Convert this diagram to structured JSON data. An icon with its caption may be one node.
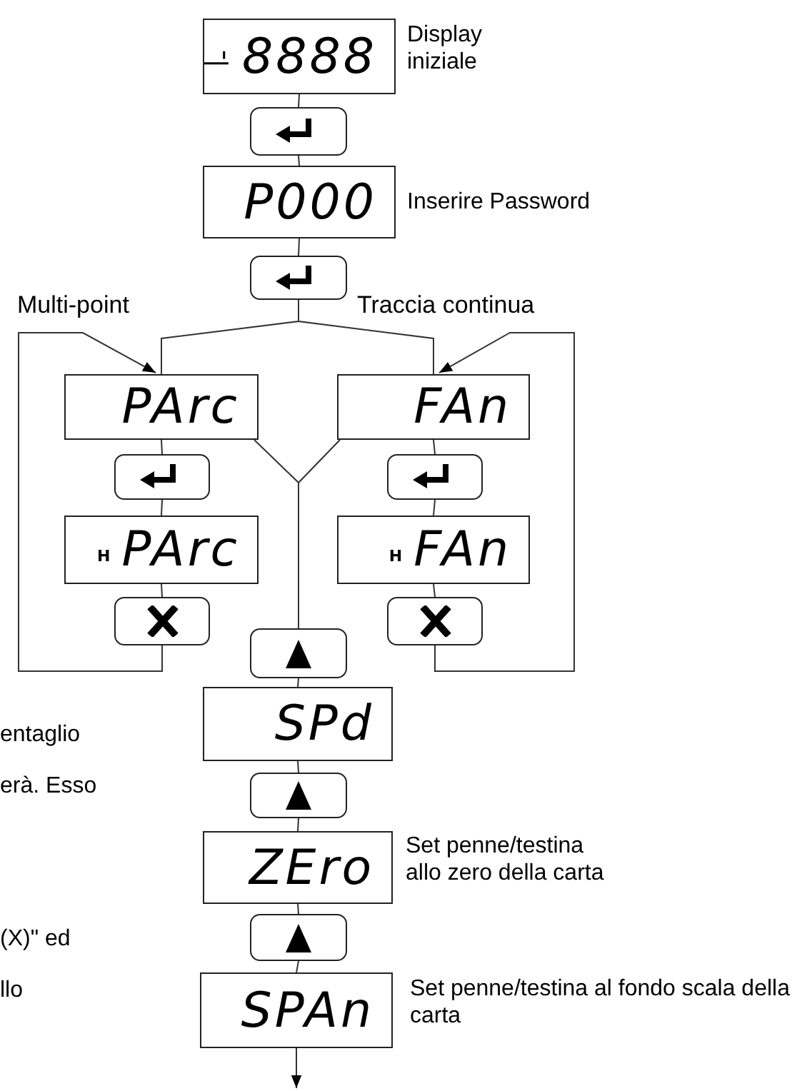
{
  "diagram": {
    "nodes": [
      {
        "text": [
          "8888"
        ],
        "beside": [
          "Display iniziale"
        ]
      },
      {
        "text": [],
        "shape": "box"
      },
      {
        "text": [
          "P000"
        ],
        "beside": [
          "Inserire Password"
        ]
      },
      {
        "text": [],
        "shape": "box"
      },
      {
        "text": [
          "PArc"
        ]
      },
      {
        "text": [
          "FAn"
        ]
      },
      {
        "text": [],
        "shape": "box"
      },
      {
        "text": [],
        "shape": "box"
      },
      {
        "text": [
          "H",
          "PArc"
        ]
      },
      {
        "text": [
          "H",
          "FAn"
        ]
      },
      {
        "text": [],
        "shape": "box"
      },
      {
        "text": [],
        "shape": "box"
      },
      {
        "text": [],
        "shape": "box"
      },
      {
        "text": [
          "SPd"
        ]
      },
      {
        "text": [],
        "shape": "box"
      },
      {
        "text": [
          "ZEro"
        ],
        "beside": [
          "Set penne/testina allo zero della carta"
        ]
      },
      {
        "text": [],
        "shape": "box"
      },
      {
        "text": [
          "SPAn"
        ],
        "beside": [
          "Set penne/testina al fondo scala della carta"
        ]
      }
    ],
    "edges": [
      {
        "from": 0,
        "to": 1,
        "arrow": "none"
      },
      {
        "from": 1,
        "to": 2,
        "arrow": "none"
      },
      {
        "from": 2,
        "to": 3,
        "arrow": "none"
      },
      {
        "from": 3,
        "to": 4,
        "arrow": "none"
      },
      {
        "from": 3,
        "to": 5,
        "arrow": "none"
      },
      {
        "from": 4,
        "to": 6,
        "arrow": "none"
      },
      {
        "from": 6,
        "to": 8,
        "arrow": "none"
      },
      {
        "from": 8,
        "to": 10,
        "arrow": "none"
      },
      {
        "from": 5,
        "to": 7,
        "arrow": "none"
      },
      {
        "from": 7,
        "to": 9,
        "arrow": "none"
      },
      {
        "from": 9,
        "to": 11,
        "arrow": "none"
      },
      {
        "from": 10,
        "to": 4,
        "arrow": "to",
        "label": "Multi-point"
      },
      {
        "from": 11,
        "to": 5,
        "arrow": "to",
        "label": "Traccia continua"
      },
      {
        "from": 4,
        "to": 12,
        "arrow": "none"
      },
      {
        "from": 5,
        "to": 12,
        "arrow": "none"
      },
      {
        "from": 12,
        "to": 13,
        "arrow": "none"
      },
      {
        "from": 13,
        "to": 14,
        "arrow": "none"
      },
      {
        "from": 14,
        "to": 15,
        "arrow": "none"
      },
      {
        "from": 15,
        "to": 16,
        "arrow": "none"
      },
      {
        "from": 16,
        "to": 17,
        "arrow": "none"
      },
      {
        "from": 17,
        "to": null,
        "arrow": "to"
      }
    ],
    "labels": [
      "entaglio",
      "erà. Esso",
      "(X)\" ed",
      "llo"
    ]
  }
}
